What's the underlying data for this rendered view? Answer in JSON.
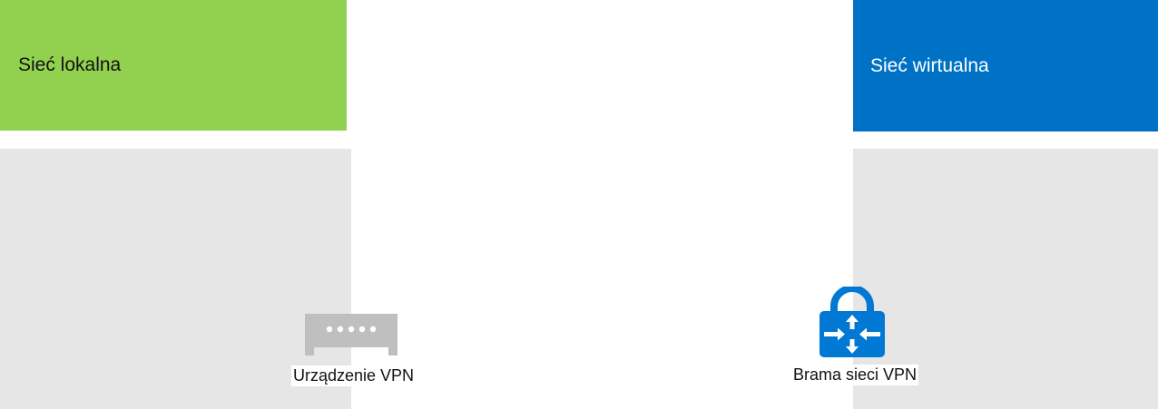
{
  "local_network": {
    "title": "Sieć lokalna",
    "header_color": "#92d050",
    "area_color": "#e6e6e6",
    "device": {
      "label": "Urządzenie VPN",
      "icon": "vpn-device-icon",
      "icon_color": "#bfbfbf"
    }
  },
  "virtual_network": {
    "title": "Sieć wirtualna",
    "header_color": "#0072c6",
    "area_color": "#e6e6e6",
    "gateway": {
      "label": "Brama sieci VPN",
      "icon": "vpn-gateway-lock-icon",
      "icon_color": "#0078d4"
    }
  }
}
